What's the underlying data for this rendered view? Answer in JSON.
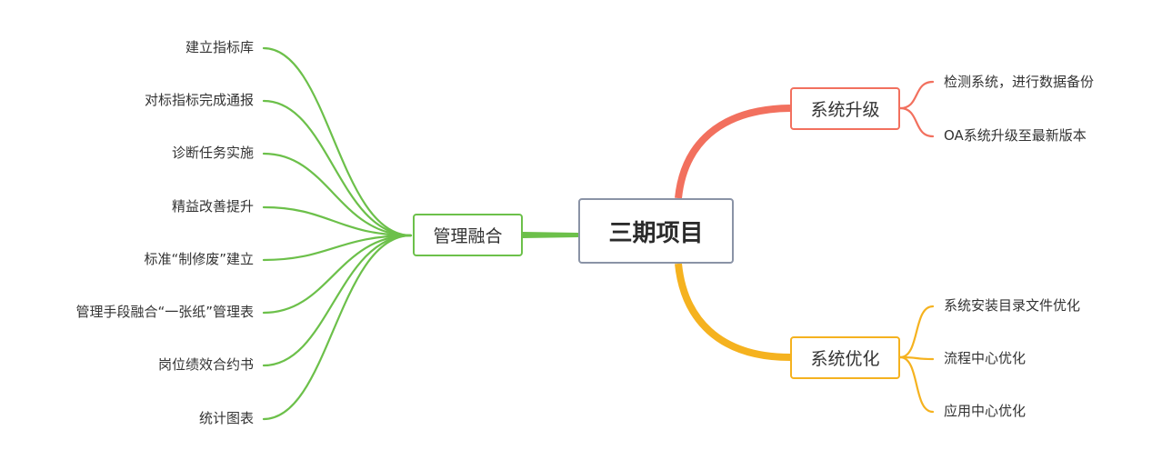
{
  "central": {
    "label": "三期项目",
    "border_color": "#8a93a6"
  },
  "branches": [
    {
      "id": "guanli",
      "label": "管理融合",
      "color": "#6cc04a",
      "side": "left",
      "children": [
        "建立指标库",
        "对标指标完成通报",
        "诊断任务实施",
        "精益改善提升",
        "标准“制修废”建立",
        "管理手段融合“一张纸”管理表",
        "岗位绩效合约书",
        "统计图表"
      ]
    },
    {
      "id": "shengji",
      "label": "系统升级",
      "color": "#f2705e",
      "side": "right",
      "children": [
        "检测系统，进行数据备份",
        "OA系统升级至最新版本"
      ]
    },
    {
      "id": "youhua",
      "label": "系统优化",
      "color": "#f5b21f",
      "side": "right",
      "children": [
        "系统安装目录文件优化",
        "流程中心优化",
        "应用中心优化"
      ]
    }
  ]
}
